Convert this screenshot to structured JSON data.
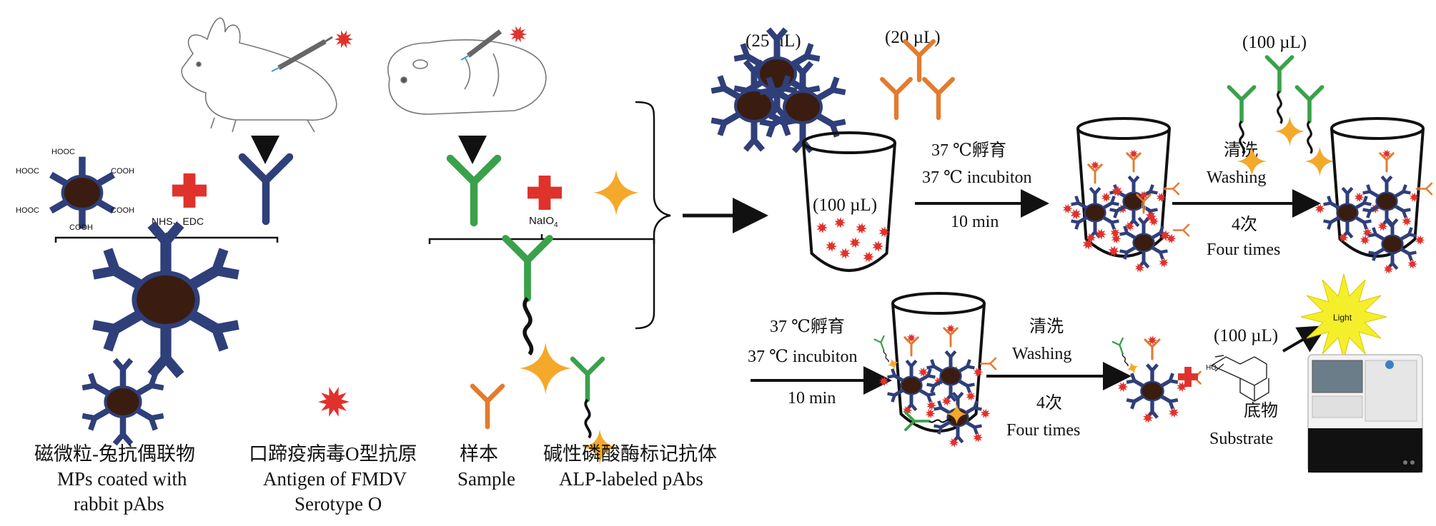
{
  "volumes": {
    "mp": "(25 µL)",
    "sample": "(20 µL)",
    "antigen": "(100 µL)",
    "alp": "(100 µL)",
    "substrate": "(100 µL)"
  },
  "conjugation": {
    "left": {
      "cooh_labels": [
        "HOOC",
        "HOOC",
        "COOH",
        "HOOC",
        "COOH",
        "COOH"
      ],
      "reagents": "NHS、EDC"
    },
    "right": {
      "reagent": "NaIO",
      "reagent_sub": "4"
    }
  },
  "steps": {
    "incubate1": {
      "cn": "37 ℃孵育",
      "en": "37 ℃ incubiton",
      "time": "10 min"
    },
    "wash1": {
      "cn": "清洗",
      "en": "Washing",
      "count_cn": "4次",
      "count_en": "Four times"
    },
    "incubate2": {
      "cn": "37 ℃孵育",
      "en": "37 ℃ incubiton",
      "time": "10 min"
    },
    "wash2": {
      "cn": "清洗",
      "en": "Washing",
      "count_cn": "4次",
      "count_en": "Four times"
    }
  },
  "substrate": {
    "cn": "底物",
    "en": "Substrate",
    "hint": "HO",
    "light": "Light"
  },
  "legend": [
    {
      "cn": "磁微粒-兔抗偶联物",
      "en1": "MPs coated with",
      "en2": "rabbit pAbs"
    },
    {
      "cn": "口蹄疫病毒O型抗原",
      "en1": "Antigen of FMDV",
      "en2": "Serotype O"
    },
    {
      "cn": "样本",
      "en1": "Sample"
    },
    {
      "cn": "碱性磷酸酶标记抗体",
      "en1": "ALP-labeled pAbs"
    }
  ],
  "colors": {
    "mp": "#2f3f7a",
    "mpCore": "#3a1d10",
    "antigen": "#e0322c",
    "sample": "#e37b2e",
    "alp": "#3aa14a",
    "star": "#f4a92a",
    "light": "#f5ee2a"
  }
}
